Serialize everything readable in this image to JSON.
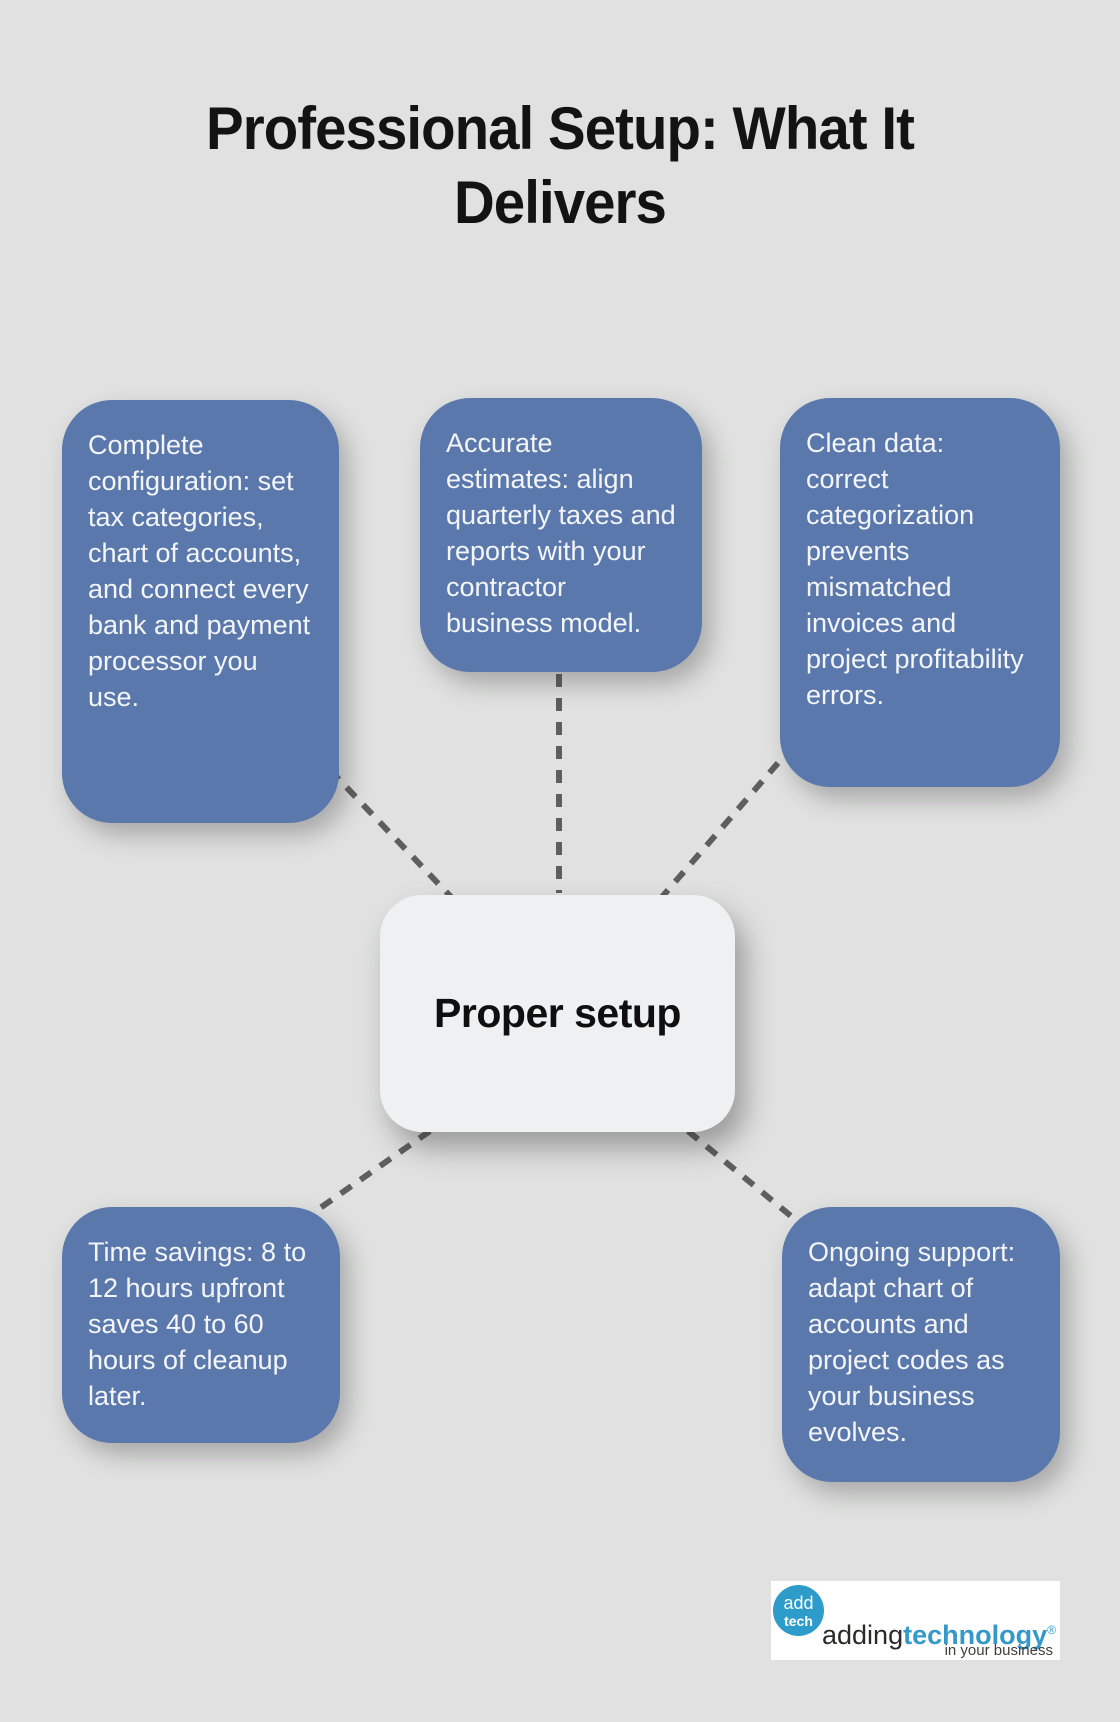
{
  "title": "Professional Setup: What It Delivers",
  "center_node": {
    "label": "Proper setup"
  },
  "nodes": [
    {
      "id": "complete-configuration",
      "text": "Complete configuration: set tax categories, chart of accounts, and connect every bank and payment processor you use."
    },
    {
      "id": "accurate-estimates",
      "text": "Accurate estimates: align quarterly taxes and reports with your contractor business model."
    },
    {
      "id": "clean-data",
      "text": "Clean data: correct categorization prevents mismatched invoices and project profitability errors."
    },
    {
      "id": "time-savings",
      "text": "Time savings: 8 to 12 hours upfront saves 40 to 60 hours of cleanup later."
    },
    {
      "id": "ongoing-support",
      "text": "Ongoing support: adapt chart of accounts and project codes as your business evolves."
    }
  ],
  "logo": {
    "badge_line1": "add",
    "badge_line2": "tech",
    "brand_first": "adding",
    "brand_second": "technology",
    "registered_mark": "®",
    "tagline": "in your business"
  },
  "colors": {
    "background": "#e0e1e0",
    "node_fill": "#5a78ac",
    "node_text": "#f3f5f8",
    "center_fill": "#eff0f2",
    "center_text": "#0f0f0f",
    "connector": "#5e5e5e",
    "title_text": "#131313",
    "logo_blue": "#2e9ccb",
    "logo_dark": "#2b2a28"
  }
}
